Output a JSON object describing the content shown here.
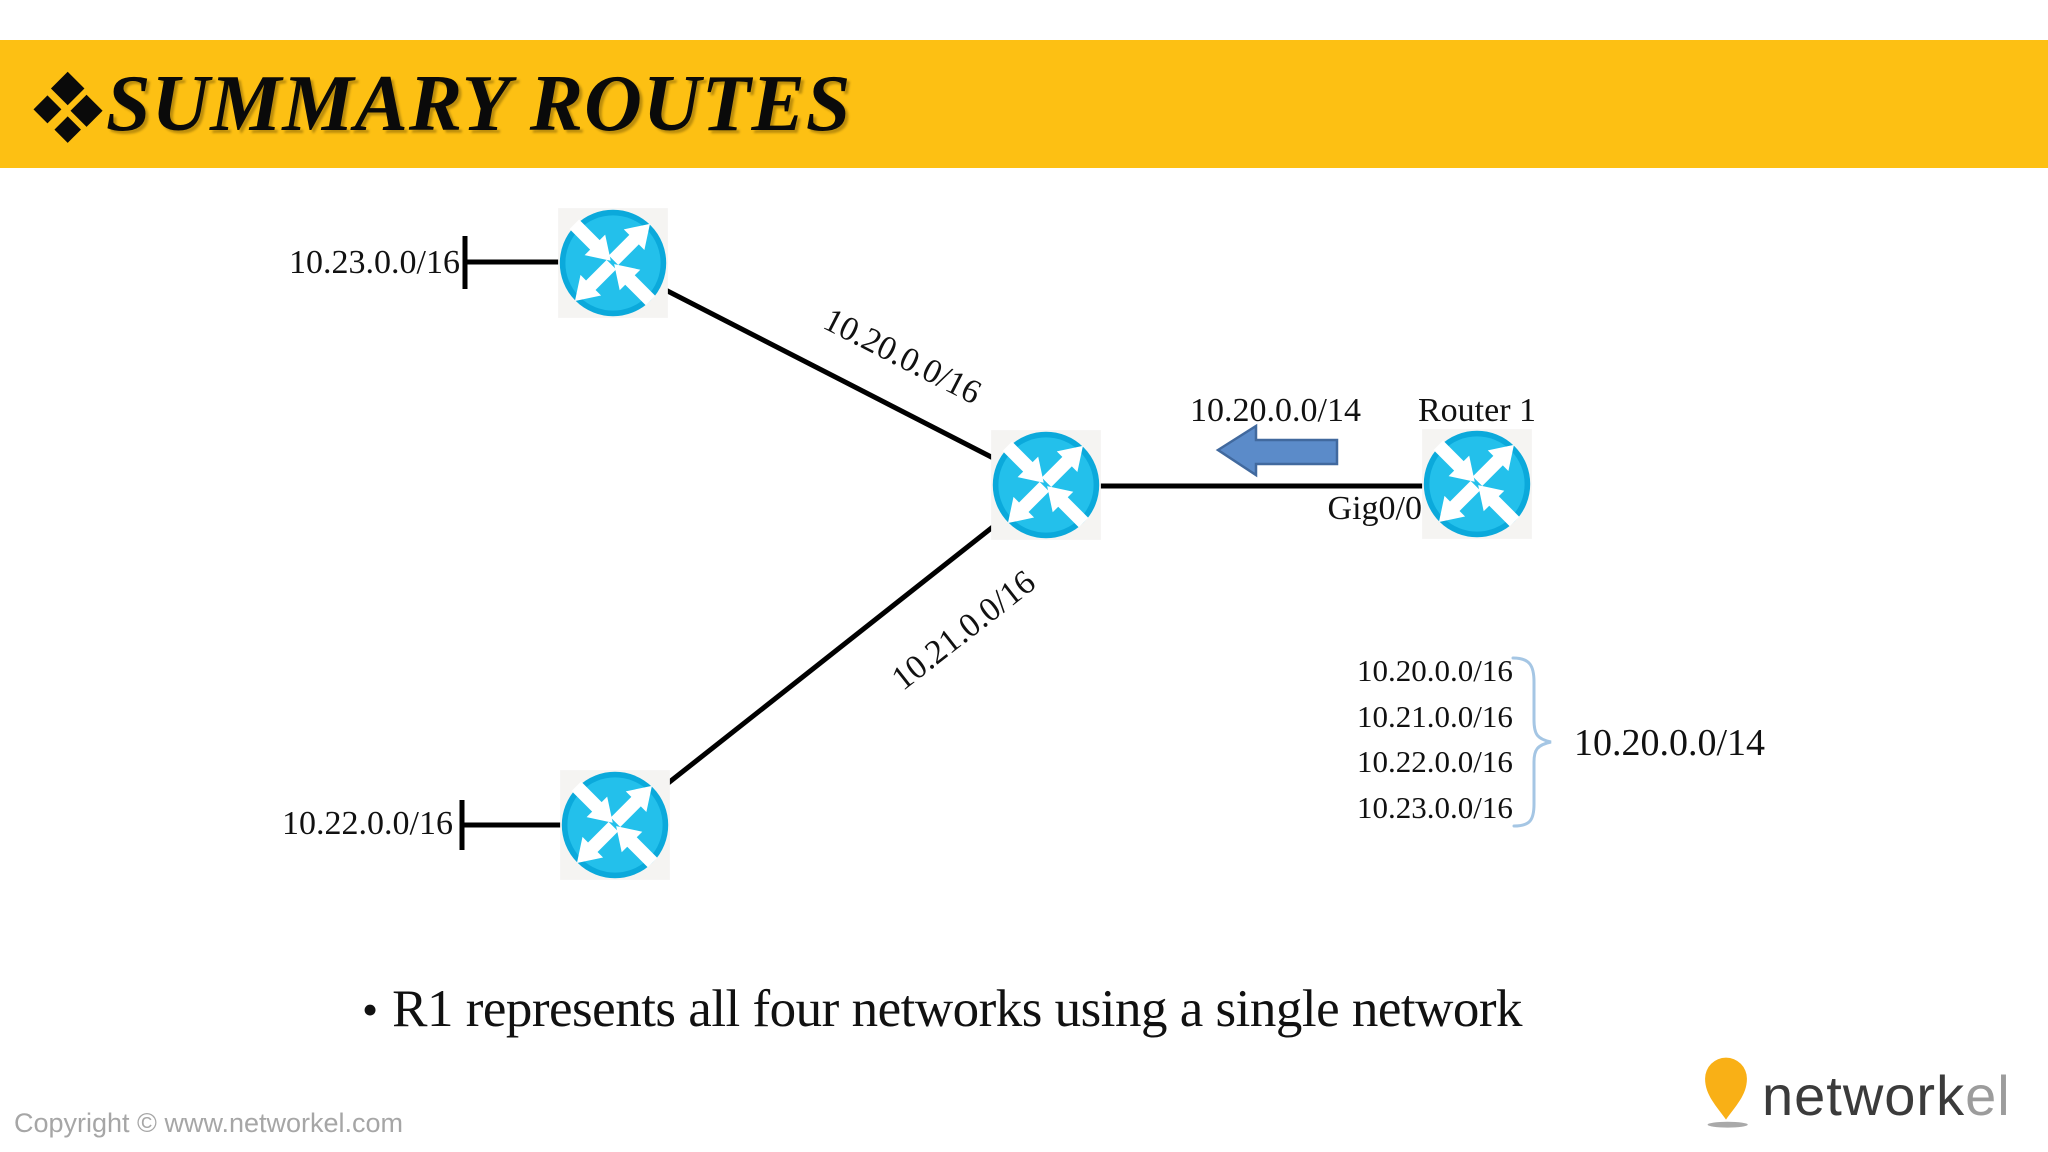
{
  "slide": {
    "title": "SUMMARY ROUTES",
    "bullet_marker": "•",
    "bullet": "R1 represents all four networks using a single network",
    "copyright": "Copyright © www.networkel.com"
  },
  "topology": {
    "stub_networks": {
      "top": "10.23.0.0/16",
      "bottom": "10.22.0.0/16"
    },
    "links": {
      "top": "10.20.0.0/16",
      "bottom": "10.21.0.0/16"
    },
    "advertisement": "10.20.0.0/14",
    "router_name": "Router 1",
    "interface_name": "Gig0/0"
  },
  "summary_table": {
    "routes": [
      "10.20.0.0/16",
      "10.21.0.0/16",
      "10.22.0.0/16",
      "10.23.0.0/16"
    ],
    "summary": "10.20.0.0/14"
  },
  "logo": {
    "text_primary": "network",
    "text_secondary": "el"
  },
  "colors": {
    "banner-yellow": "#FDC013",
    "router-fill": "#23C0EB",
    "router-stroke": "#0BA9DB",
    "arrow-fill": "#5B8BC9",
    "arrow-stroke": "#41699E",
    "brace-blue": "#A5C6E4",
    "logo-orange": "#F9B016",
    "muted-gray": "#A6A6A6"
  }
}
